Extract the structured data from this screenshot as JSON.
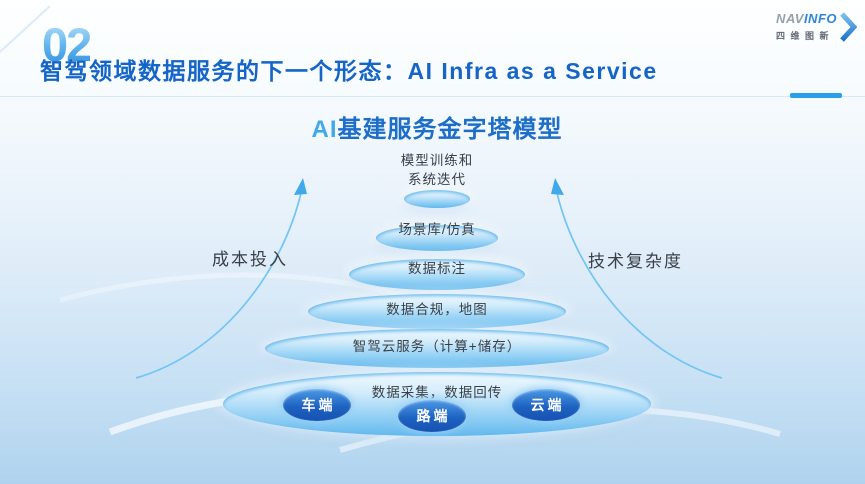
{
  "slide": {
    "page_number": "02",
    "title": "智驾领域数据服务的下一个形态：AI Infra as a Service"
  },
  "logo": {
    "brand_nav": "NAV",
    "brand_info": "INFO",
    "brand_cn": "四维图新"
  },
  "pyramid": {
    "title_accent": "AI",
    "title_rest": "基建服务金字塔模型",
    "left_axis_label": "成本投入",
    "right_axis_label": "技术复杂度",
    "top_layer": {
      "line1": "模型训练和",
      "line2": "系统迭代"
    },
    "layers": [
      {
        "label": "场景库/仿真"
      },
      {
        "label": "数据标注"
      },
      {
        "label": "数据合规，地图"
      },
      {
        "label": "智驾云服务（计算+储存）"
      },
      {
        "label": "数据采集，数据回传"
      }
    ],
    "badges": [
      {
        "label": "车端"
      },
      {
        "label": "路端"
      },
      {
        "label": "云端"
      }
    ]
  },
  "colors": {
    "title_blue": "#1565C8",
    "accent_cyan": "#3FA9EA",
    "ellipse_blue": "#62B9EE",
    "badge_blue": "#1E63C2",
    "arrow_blue": "#5FBBEF",
    "divider_accent": "#2B9FE8"
  }
}
